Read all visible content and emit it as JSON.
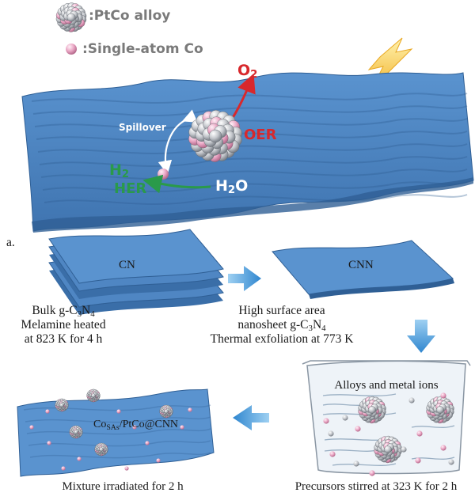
{
  "legend": {
    "alloy": ":PtCo alloy",
    "single_atom": ":Single-atom Co"
  },
  "top_scheme": {
    "o2": {
      "main": "O",
      "sub": "2"
    },
    "oer": "OER",
    "spillover": "Spillover",
    "h2": {
      "main": "H",
      "sub": "2"
    },
    "her": "HER",
    "h2o": {
      "pre": "H",
      "sub": "2",
      "post": "O"
    }
  },
  "panel_label": "a.",
  "synthesis": {
    "cn_label": "CN",
    "cnn_label": "CNN",
    "bulk": {
      "line1_pre": "Bulk g-C",
      "line1_sub1": "3",
      "line1_mid": "N",
      "line1_sub2": "4",
      "line2": "Melamine heated",
      "line3": "at 823 K for 4 h"
    },
    "nanosheet": {
      "line1": "High surface area",
      "line2_pre": "nanosheet g-C",
      "line2_sub1": "3",
      "line2_mid": "N",
      "line2_sub2": "4",
      "line3": "Thermal exfoliation at 773 K"
    },
    "beaker_label": "Alloys and metal ions",
    "precursors": "Precursors stirred at 323 K for 2 h",
    "product": {
      "pre": "Co",
      "sub": "SAs",
      "post": "/PtCo@CNN"
    },
    "mixture": "Mixture irradiated for 2 h"
  },
  "colors": {
    "sheet": "#4f86c3",
    "sheet_dark": "#3a6ea8",
    "oer": "#d8282c",
    "her": "#2a9a4a",
    "arrow": "#3b8fd0",
    "pink": "#e9a9c6",
    "grey_atom": "#bfc3c8",
    "lightning": "#f5c842"
  }
}
